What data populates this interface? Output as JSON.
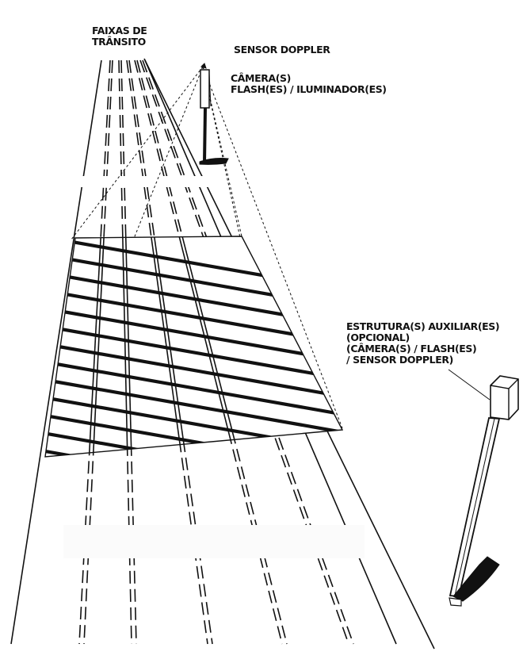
{
  "labels": {
    "lanes": [
      "FAIXAS DE",
      "TRÂNSITO"
    ],
    "doppler": "SENSOR DOPPLER",
    "camera": [
      "CÂMERA(S)",
      "FLASH(ES) / ILUMINADOR(ES)"
    ],
    "auxiliary": [
      "ESTRUTURA(S) AUXILIAR(ES)",
      "(OPCIONAL)",
      "(CÂMERA(S) / FLASH(ES)",
      "/ SENSOR DOPPLER)"
    ]
  },
  "colors": {
    "ink": "#111111",
    "background": "#ffffff"
  }
}
